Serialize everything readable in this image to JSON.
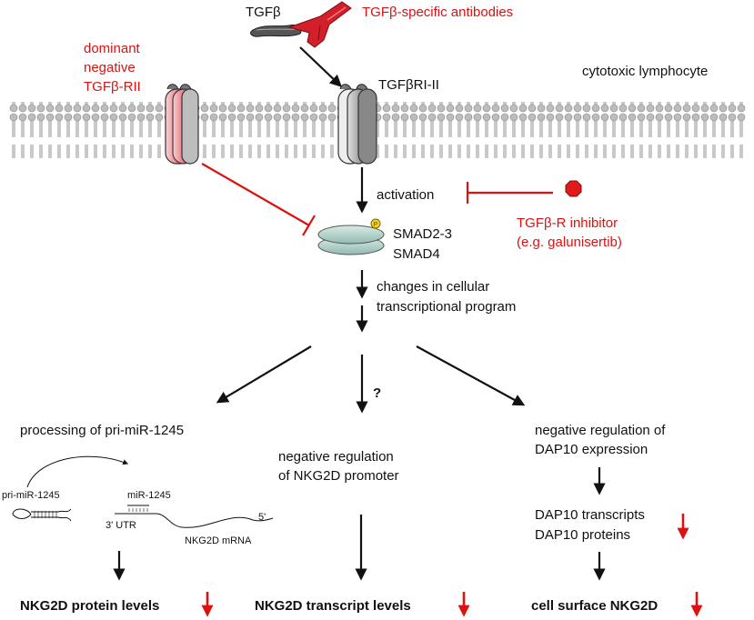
{
  "labels": {
    "tgfb": "TGFβ",
    "antibodies": "TGFβ-specific antibodies",
    "dominant_negative": [
      "dominant",
      "negative",
      "TGFβ-RII"
    ],
    "cell_type": "cytotoxic lymphocyte",
    "receptor": "TGFβRI-II",
    "activation": "activation",
    "smad23": "SMAD2-3",
    "smad4": "SMAD4",
    "inhibitor": [
      "TGFβ-R inhibitor",
      "(e.g. galunisertib)"
    ],
    "changes": [
      "changes in cellular",
      "transcriptional program"
    ],
    "question": "?",
    "processing": "processing of pri-miR-1245",
    "neg_reg_promoter": [
      "negative regulation",
      "of NKG2D promoter"
    ],
    "neg_reg_dap10": [
      "negative regulation of",
      "DAP10 expression"
    ],
    "pri_mir": "pri-miR-1245",
    "mir": "miR-1245",
    "utr": "3' UTR",
    "mrna": "NKG2D mRNA",
    "five_prime": "5'",
    "dap10": [
      "DAP10 transcripts",
      "DAP10 proteins"
    ],
    "protein_levels": "NKG2D protein levels",
    "transcript_levels": "NKG2D transcript levels",
    "surface": "cell surface NKG2D"
  },
  "colors": {
    "inhibition": "#dd1111",
    "decrease_arrow": "#e01010",
    "membrane": "#c9c9c9",
    "receptor_gray": "#9a9a9a",
    "dominant_negative_red": "#e03b4a",
    "inhibitor_dot": "#e01a1a",
    "smad": "#b7d3cc"
  }
}
